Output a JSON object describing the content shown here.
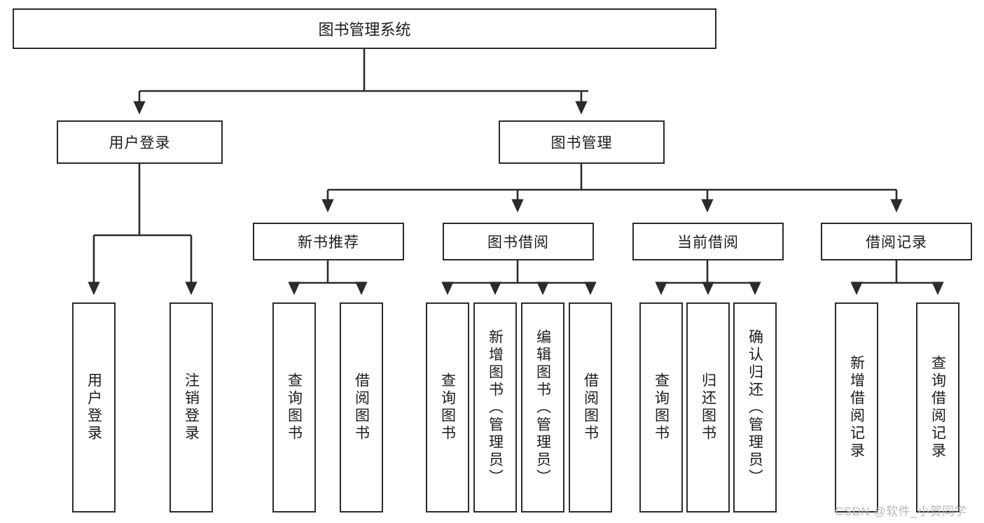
{
  "diagram": {
    "type": "tree",
    "title": "图书管理系统",
    "orientation": "top-down",
    "colors": {
      "box_border": "#2b2b2b",
      "box_fill": "#ffffff",
      "connector": "#2b2b2b",
      "text": "#1c1c1c",
      "watermark": "#b9b9b9"
    },
    "root": {
      "label": "图书管理系统"
    },
    "level1": [
      {
        "id": "user-login",
        "label": "用户登录"
      },
      {
        "id": "book-management",
        "label": "图书管理"
      }
    ],
    "level2": [
      {
        "id": "new-book-recommend",
        "label": "新书推荐",
        "parent": "book-management"
      },
      {
        "id": "book-borrow",
        "label": "图书借阅",
        "parent": "book-management"
      },
      {
        "id": "current-borrow",
        "label": "当前借阅",
        "parent": "book-management"
      },
      {
        "id": "borrow-record",
        "label": "借阅记录",
        "parent": "book-management"
      }
    ],
    "leaves": {
      "user-login": [
        {
          "id": "leaf-user-login",
          "label": "用户登录"
        },
        {
          "id": "leaf-user-logout",
          "label": "注销登录"
        }
      ],
      "new-book-recommend": [
        {
          "id": "leaf-query-book-1",
          "label": "查询图书"
        },
        {
          "id": "leaf-borrow-book-1",
          "label": "借阅图书"
        }
      ],
      "book-borrow": [
        {
          "id": "leaf-query-book-2",
          "label": "查询图书"
        },
        {
          "id": "leaf-add-book",
          "label": "新增图书（管理员）"
        },
        {
          "id": "leaf-edit-book",
          "label": "编辑图书（管理员）"
        },
        {
          "id": "leaf-borrow-book-2",
          "label": "借阅图书"
        }
      ],
      "current-borrow": [
        {
          "id": "leaf-query-book-3",
          "label": "查询图书"
        },
        {
          "id": "leaf-return-book",
          "label": "归还图书"
        },
        {
          "id": "leaf-confirm-return",
          "label": "确认归还（管理员）"
        }
      ],
      "borrow-record": [
        {
          "id": "leaf-add-record",
          "label": "新增借阅记录"
        },
        {
          "id": "leaf-query-record",
          "label": "查询借阅记录"
        }
      ]
    }
  },
  "watermark": {
    "text": "CSDN @软件_小贺同学"
  }
}
